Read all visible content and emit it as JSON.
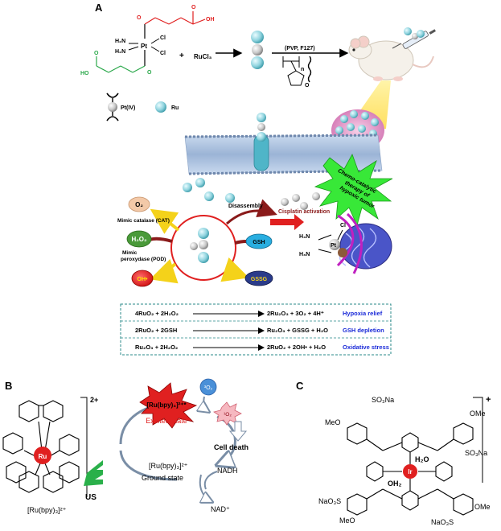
{
  "panels": {
    "a": "A",
    "b": "B",
    "c": "C"
  },
  "panel_a": {
    "pt_atom": "Pt",
    "nh3_upper": "H₂N",
    "nh3_lower": "H₂N",
    "cl_upper": "Cl",
    "cl_lower": "Cl",
    "plus": "+",
    "rucl3": "RuCl₃",
    "polymer_label": "(PVP, F127)",
    "polymer_n": "n",
    "polymer_o": "O",
    "legend_pt": "Pt(IV)",
    "legend_ru": "Ru",
    "o2": "O₂",
    "h2o2": "H₂O₂",
    "oh_radical": "OH•",
    "gsh": "GSH",
    "gssg": "GSSG",
    "catalase": "Mimic catalase (CAT)",
    "peroxidase_1": "Mimic",
    "peroxidase_2": "peroxydase (POD)",
    "disassembly": "Disassembly",
    "cisplatin": "Cisplatin activation",
    "burst_1": "Chemo-catalytic",
    "burst_2": "therapy of",
    "burst_3": "hypoxic tumor",
    "cis_pt": "Pt",
    "cis_nh3_upper": "H₃N",
    "cis_nh3_lower": "H₃N",
    "cis_cl": "Cl",
    "reactions": [
      {
        "left": "4RuO₂ + 2H₂O₂",
        "right": "2Ru₂O₃ + 3O₂ + 4H⁺",
        "effect": "Hypoxia relief"
      },
      {
        "left": "2RuO₂ + 2GSH",
        "right": "Ru₂O₃ + GSSG + H₂O",
        "effect": "GSH depletion"
      },
      {
        "left": "Ru₂O₃ + 2H₂O₂",
        "right": "2RuO₂ + 2OH• + H₂O",
        "effect": "Oxidative stress"
      }
    ]
  },
  "panel_b": {
    "charge": "2+",
    "ru": "Ru",
    "complex_label": "[Ru(bpy)₃]²⁺",
    "excited_complex": "[Ru(bpy)₃]²⁺*",
    "excited_state": "Excited state",
    "ground_complex": "[Ru(bpy)₃]²⁺",
    "ground_state": "Ground state",
    "triplet_o2": "³O₂",
    "singlet_o2": "¹O₂",
    "cell_death": "Cell death",
    "nadh": "NADH",
    "nad": "NAD⁺",
    "us": "US"
  },
  "panel_c": {
    "charge": "+",
    "ir": "Ir",
    "h2o_upper": "H₂O",
    "h2o_lower": "OH₂",
    "meo_tl": "MeO",
    "so3na_tl": "SO₃Na",
    "meo_tr": "OMe",
    "so3na_tr": "SO₃Na",
    "nao3s_bl": "NaO₃S",
    "meo_bl": "MeO",
    "meo_br": "OMe",
    "nao3s_br": "NaO₃S"
  },
  "colors": {
    "ru_sphere": "#8fd3de",
    "pt_sphere": "#c8c8c8",
    "red": "#e02020",
    "green_acid": "#2aa84a",
    "red_acid": "#e02020",
    "burst": "#38e838",
    "effect_blue": "#1a2ad8",
    "box_border": "#2a8a8a",
    "gsh": "#29aee0",
    "gssg": "#2a3b8a",
    "h2o2": "#4a9a3a",
    "o2": "#f3c9a8",
    "oh": "#cc1010",
    "arrow_red": "#8a1a1a",
    "arrow_yellow": "#f4d21a"
  }
}
